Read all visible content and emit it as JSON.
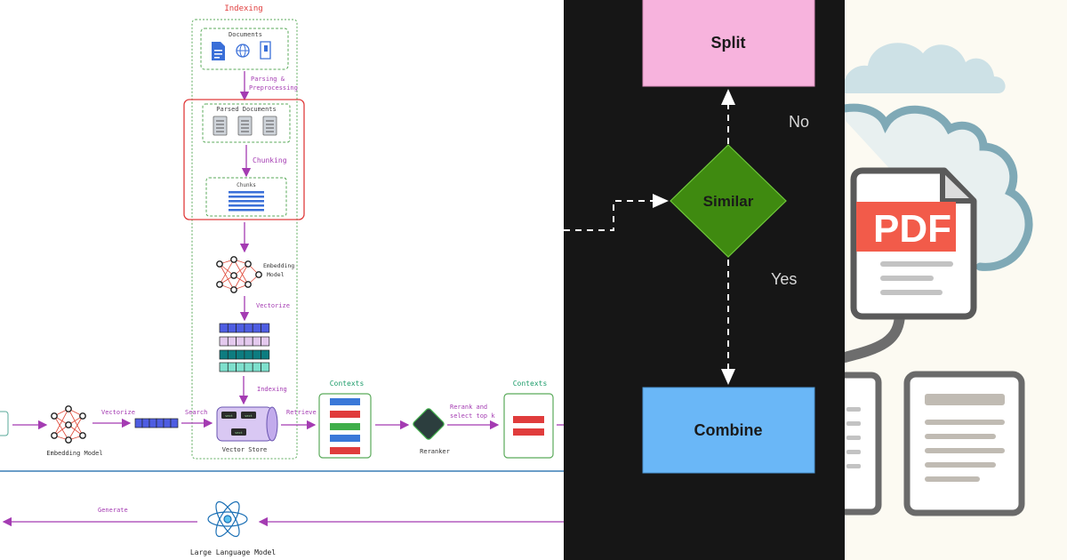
{
  "rag_pipeline": {
    "indexing_title": "Indexing",
    "documents_label": "Documents",
    "parsing_label_line1": "Parsing  &",
    "parsing_label_line2": "Preprocessing",
    "parsed_documents_label": "Parsed Documents",
    "chunking_label": "Chunking",
    "chunks_label": "Chunks",
    "embedding_model_index_line1": "Embedding",
    "embedding_model_index_line2": "Model",
    "vectorize_index_label": "Vectorize",
    "indexing_arrow_label": "Indexing",
    "query_vectorize_label": "Vectorize",
    "embedding_model_query_label": "Embedding Model",
    "search_label": "Search",
    "vector_store_label": "Vector Store",
    "vector_chip_label": "vect",
    "retrieve_label": "Retrieve",
    "contexts_label_1": "Contexts",
    "reranker_label": "Reranker",
    "rerank_label_line1": "Rerank and",
    "rerank_label_line2": "select top k",
    "contexts_label_2": "Contexts",
    "generate_label": "Generate",
    "llm_label": "Large Language Model"
  },
  "flowchart": {
    "split_label": "Split",
    "decision_label": "Similar",
    "no_label": "No",
    "yes_label": "Yes",
    "combine_label": "Combine"
  },
  "illustration": {
    "pdf_label": "PDF"
  },
  "colors": {
    "accent_purple": "#a43bb2",
    "indexing_red": "#e03c3c",
    "split_pink": "#f7b3dd",
    "decision_green": "#3f8a10",
    "combine_blue": "#6ab7f7",
    "pdf_red": "#f25b4a",
    "cloud_blue": "#b9d6de"
  }
}
